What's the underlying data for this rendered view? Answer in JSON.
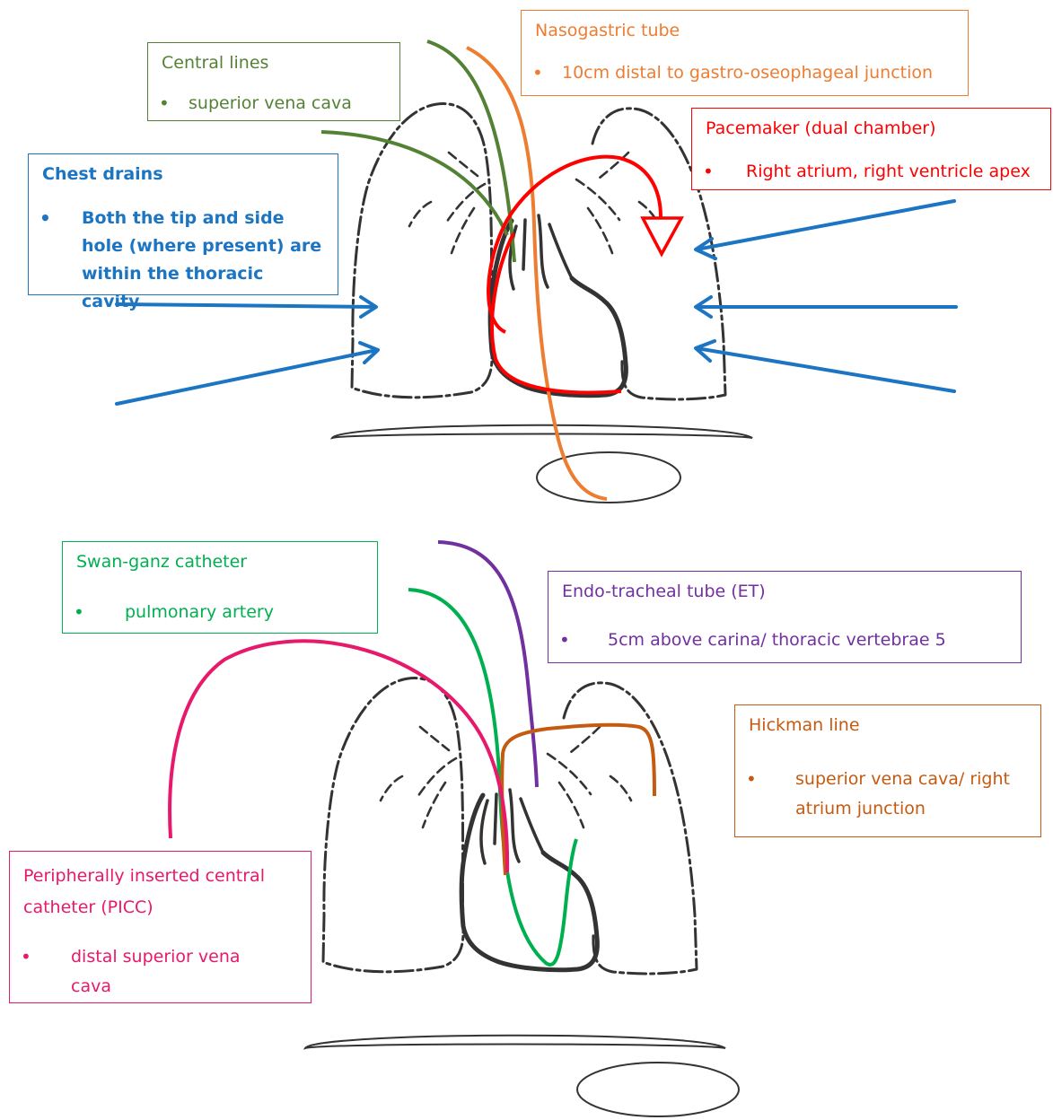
{
  "colors": {
    "central_lines": "#548235",
    "nasogastric": "#ED7D31",
    "pacemaker": "#FF0000",
    "chest_drains": "#1B75C3",
    "swan_ganz": "#00B050",
    "endotracheal": "#7030A0",
    "hickman": "#C55A11",
    "picc": "#E6196B",
    "anatomy": "#333333"
  },
  "top_panel": {
    "central_lines": {
      "title": "Central lines",
      "items": [
        "superior vena cava"
      ]
    },
    "nasogastric_tube": {
      "title": "Nasogastric tube",
      "items": [
        "10cm distal to gastro-oseophageal junction"
      ]
    },
    "pacemaker": {
      "title": "Pacemaker (dual chamber)",
      "items": [
        "Right atrium, right ventricle apex"
      ]
    },
    "chest_drains": {
      "title": "Chest drains",
      "items": [
        "Both the tip and side hole (where present) are within the thoracic cavity"
      ]
    }
  },
  "bottom_panel": {
    "swan_ganz": {
      "title": "Swan-ganz catheter",
      "items": [
        "pulmonary artery"
      ]
    },
    "endotracheal_tube": {
      "title": "Endo-tracheal tube (ET)",
      "items": [
        "5cm above carina/ thoracic vertebrae 5"
      ]
    },
    "hickman_line": {
      "title": "Hickman line",
      "items": [
        "superior vena cava/ right atrium junction"
      ]
    },
    "picc": {
      "title": "Peripherally inserted central catheter (PICC)",
      "items": [
        "distal superior vena cava"
      ]
    }
  }
}
